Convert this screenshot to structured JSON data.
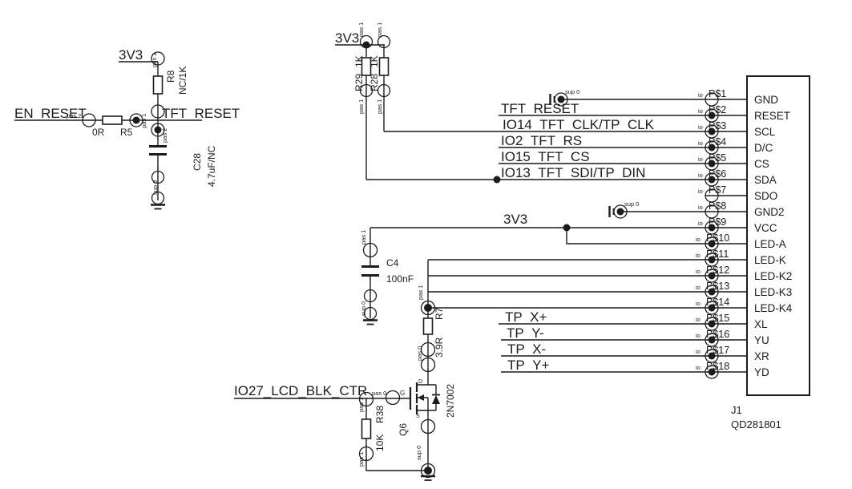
{
  "schematic": {
    "power_rail": "3V3",
    "nets": {
      "en_reset": "EN_RESET",
      "tft_reset": "TFT_RESET",
      "io14_clk": "IO14_TFT_CLK/TP_CLK",
      "io2_rs": "IO2_TFT_RS",
      "io15_cs": "IO15_TFT_CS",
      "io13_sdi": "IO13_TFT_SDI/TP_DIN",
      "io27_blk": "IO27_LCD_BLK_CTR",
      "tp_xp": "TP_X+",
      "tp_ym": "TP_Y-",
      "tp_xm": "TP_X-",
      "tp_yp": "TP_Y+"
    },
    "components": {
      "r5": {
        "ref": "R5",
        "value": "0R"
      },
      "r8": {
        "ref": "R8",
        "value": "NC/1K"
      },
      "c28": {
        "ref": "C28",
        "value": "4.7uF/NC"
      },
      "r29": {
        "ref": "R29",
        "value": "1K"
      },
      "r28": {
        "ref": "R28",
        "value": "1K"
      },
      "c4": {
        "ref": "C4",
        "value": "100nF"
      },
      "r7": {
        "ref": "R7",
        "value": "3.9R"
      },
      "r38": {
        "ref": "R38",
        "value": "10K"
      },
      "q6": {
        "ref": "Q6",
        "value": "2N7002"
      }
    },
    "connector": {
      "ref": "J1",
      "part": "QD281801",
      "pin_prefix": "io",
      "pins": [
        {
          "num": "P$1",
          "name": "GND"
        },
        {
          "num": "P$2",
          "name": "RESET"
        },
        {
          "num": "P$3",
          "name": "SCL"
        },
        {
          "num": "P$4",
          "name": "D/C"
        },
        {
          "num": "P$5",
          "name": "CS"
        },
        {
          "num": "P$6",
          "name": "SDA"
        },
        {
          "num": "P$7",
          "name": "SDO"
        },
        {
          "num": "P$8",
          "name": "GND2"
        },
        {
          "num": "P$9",
          "name": "VCC"
        },
        {
          "num": "P$10",
          "name": "LED-A"
        },
        {
          "num": "P$11",
          "name": "LED-K"
        },
        {
          "num": "P$12",
          "name": "LED-K2"
        },
        {
          "num": "P$13",
          "name": "LED-K3"
        },
        {
          "num": "P$14",
          "name": "LED-K4"
        },
        {
          "num": "P$15",
          "name": "XL"
        },
        {
          "num": "P$16",
          "name": "YU"
        },
        {
          "num": "P$17",
          "name": "XR"
        },
        {
          "num": "P$18",
          "name": "YD"
        }
      ]
    },
    "pin_annotations": {
      "pas1": "pas 1",
      "pas2": "pas 2",
      "pas0": "pas 0",
      "sup0": "sup 0",
      "gate": "G",
      "drain": "D",
      "source": "S"
    }
  }
}
